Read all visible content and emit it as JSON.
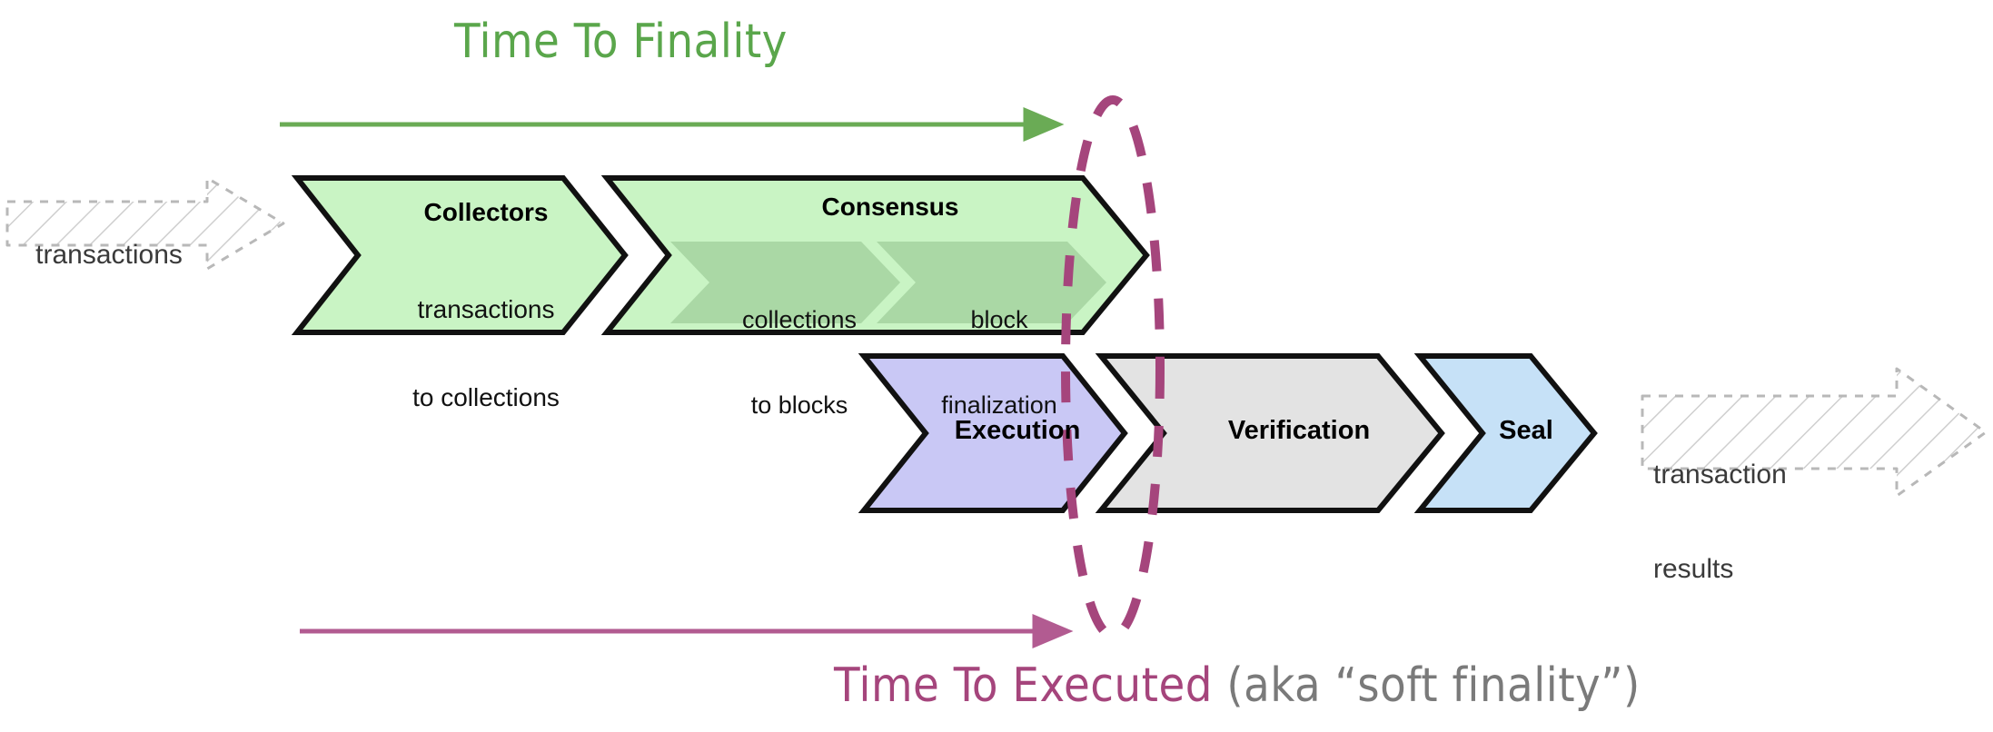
{
  "diagram": {
    "title_top": "Time To Finality",
    "title_bottom_strong": "Time To Executed",
    "title_bottom_soft": " (aka “soft finality”)",
    "colors": {
      "green_accent": "#5aa64b",
      "magenta_accent": "#a5457c",
      "chevron_green_fill": "#c9f4c4",
      "chevron_green_inner": "#aad8a5",
      "chevron_purple_fill": "#c9c8f5",
      "chevron_gray_fill": "#e3e3e3",
      "chevron_blue_fill": "#c6e1f7",
      "ghost_gray": "#b8b8b8",
      "stroke": "#1a1a1a"
    },
    "inputs": {
      "left_label": "transactions",
      "right_label_line1": "transaction",
      "right_label_line2": "results"
    },
    "top_row": [
      {
        "id": "collectors",
        "title": "Collectors",
        "sub_line1": "transactions",
        "sub_line2": "to collections",
        "fill": "#c9f4c4"
      },
      {
        "id": "consensus",
        "title": "Consensus",
        "fill": "#c9f4c4",
        "inner": [
          {
            "id": "collections-to-blocks",
            "line1": "collections",
            "line2": "to blocks"
          },
          {
            "id": "block-finalization",
            "line1": "block",
            "line2": "finalization"
          }
        ]
      }
    ],
    "bottom_row": [
      {
        "id": "execution",
        "title": "Execution",
        "fill": "#c9c8f5"
      },
      {
        "id": "verification",
        "title": "Verification",
        "fill": "#e3e3e3"
      },
      {
        "id": "seal",
        "title": "Seal",
        "fill": "#c6e1f7"
      }
    ],
    "markers": {
      "top_arrow_name": "time-to-finality-arrow",
      "bottom_arrow_name": "time-to-executed-arrow",
      "ellipse_name": "finality-boundary-ellipse"
    }
  }
}
